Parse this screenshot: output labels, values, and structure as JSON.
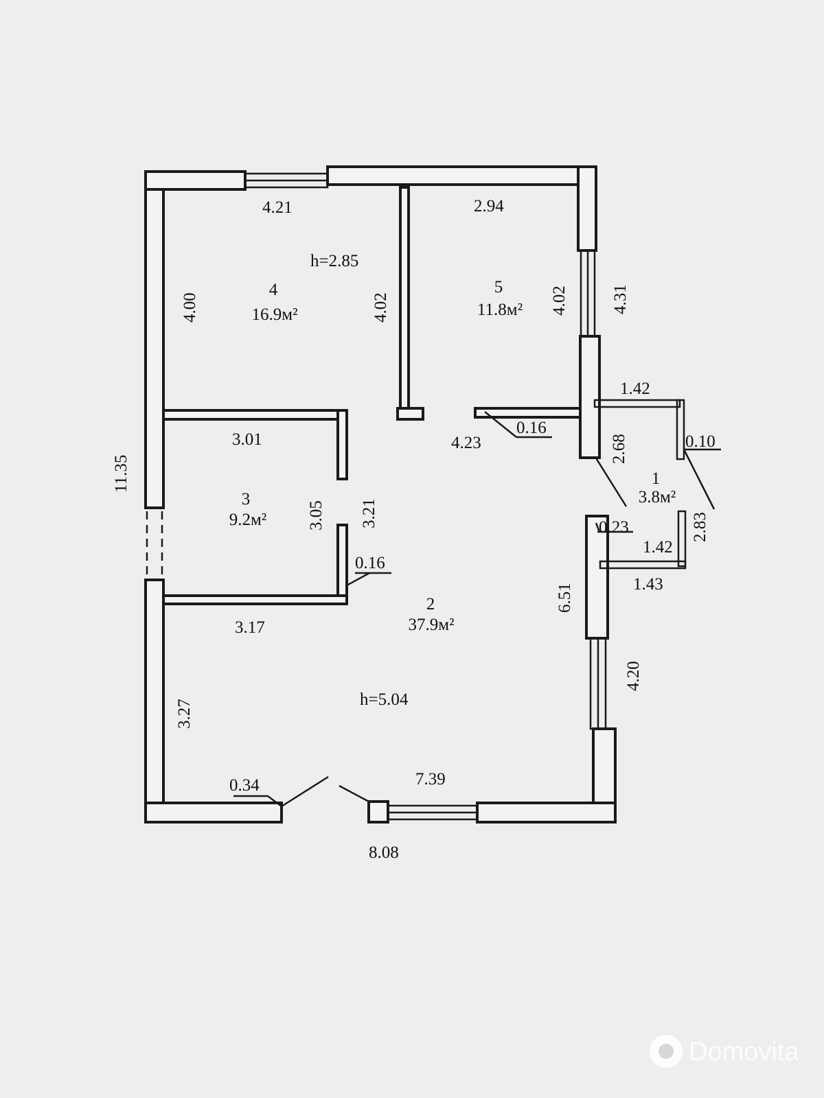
{
  "rooms": [
    {
      "number": "4",
      "area": "16.9м²"
    },
    {
      "number": "5",
      "area": "11.8м²"
    },
    {
      "number": "3",
      "area": "9.2м²"
    },
    {
      "number": "2",
      "area": "37.9м²"
    },
    {
      "number": "1",
      "area": "3.8м²"
    }
  ],
  "heights": {
    "upper": "h=2.85",
    "lower": "h=5.04"
  },
  "dimensions": {
    "top_left": "4.21",
    "top_right": "2.94",
    "room4_height": "4.00",
    "partition_height": "4.02",
    "room5_height": "4.02",
    "right_upper": "4.31",
    "overall_height": "11.35",
    "room3_width": "3.01",
    "room3_height": "3.05",
    "corridor_height": "3.21",
    "partition_thickness_a": "0.16",
    "partition_thickness_b": "0.16",
    "room5_bottom": "4.23",
    "room3_bottom": "3.17",
    "left_lower": "3.27",
    "wall_thickness": "0.34",
    "bottom_inner": "7.39",
    "bottom_overall": "8.08",
    "right_lower": "6.51",
    "window_right_lower": "4.20",
    "porch_top": "1.42",
    "porch_wall": "0.10",
    "porch_left": "2.68",
    "porch_right": "2.83",
    "porch_inner_wall": "0.23",
    "porch_inner_width": "1.42",
    "porch_bottom": "1.43"
  },
  "watermark": "Domovita"
}
